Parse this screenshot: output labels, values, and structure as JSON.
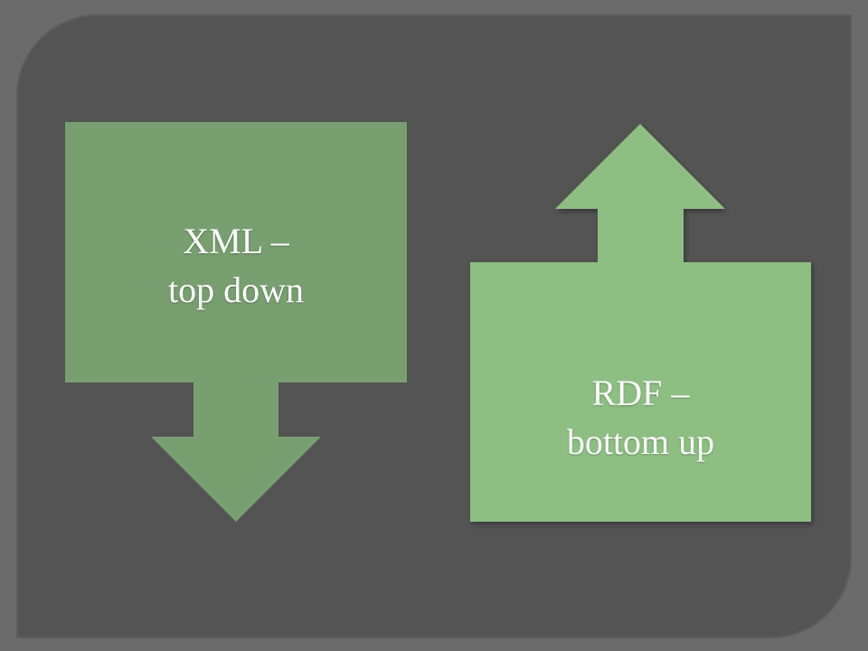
{
  "colors": {
    "background": "#545454",
    "frame": "#6b6b6b",
    "xml_shape": "#789f70",
    "rdf_shape": "#8dbf82",
    "text": "#ffffff"
  },
  "shapes": {
    "xml": {
      "line1": "XML –",
      "line2": "top down",
      "arrow_direction": "down"
    },
    "rdf": {
      "line1": "RDF –",
      "line2": "bottom up",
      "arrow_direction": "up"
    }
  }
}
